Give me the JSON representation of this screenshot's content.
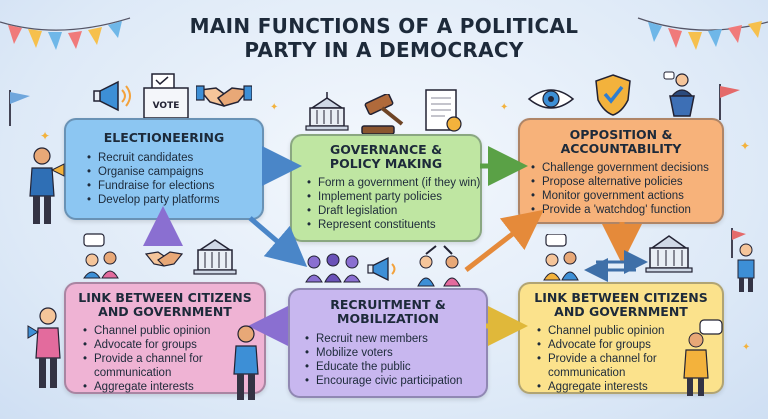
{
  "title_line1": "MAIN FUNCTIONS OF A POLITICAL",
  "title_line2": "PARTY IN A DEMOCRACY",
  "vote_box_label": "VOTE",
  "electioneering": {
    "heading": "ELECTIONEERING",
    "items": [
      "Recruit candidates",
      "Organise campaigns",
      "Fundraise for elections",
      "Develop party platforms"
    ]
  },
  "governance": {
    "heading1": "GOVERNANCE &",
    "heading2": "POLICY MAKING",
    "items": [
      "Form a government (if they win)",
      "Implement party policies",
      "Draft legislation",
      "Represent constituents"
    ]
  },
  "opposition": {
    "heading1": "OPPOSITION &",
    "heading2": "ACCOUNTABILITY",
    "items": [
      "Challenge government decisions",
      "Propose alternative policies",
      "Monitor government actions",
      "Provide a 'watchdog' function"
    ]
  },
  "link_left": {
    "heading1": "LINK BETWEEN CITIZENS",
    "heading2": "AND GOVERNMENT",
    "items": [
      "Channel public opinion",
      "Advocate for groups",
      "Provide a channel for communication",
      "Aggregate interests"
    ]
  },
  "recruitment": {
    "heading1": "RECRUITMENT &",
    "heading2": "MOBILIZATION",
    "items": [
      "Recruit new members",
      "Mobilize voters",
      "Educate the public",
      "Encourage civic participation"
    ]
  },
  "link_right": {
    "heading1": "LINK BETWEEN CITIZENS",
    "heading2": "AND GOVERNMENT",
    "items": [
      "Channel public opinion",
      "Advocate for groups",
      "Provide a channel for communication",
      "Aggregate interests"
    ]
  },
  "colors": {
    "electioneering": "#8cc6f2",
    "governance": "#bfe6a2",
    "opposition": "#f7b27a",
    "link_left": "#efb3d4",
    "recruitment": "#c8b7ef",
    "link_right": "#fbe28c"
  },
  "icons": [
    "megaphone-icon",
    "ballot-box-icon",
    "handshake-icon",
    "capitol-building-icon",
    "gavel-icon",
    "document-icon",
    "eye-icon",
    "shield-check-icon",
    "podium-speaker-icon",
    "people-group-icon",
    "chat-bubble-icon",
    "flag-icon",
    "bunting-icon"
  ]
}
